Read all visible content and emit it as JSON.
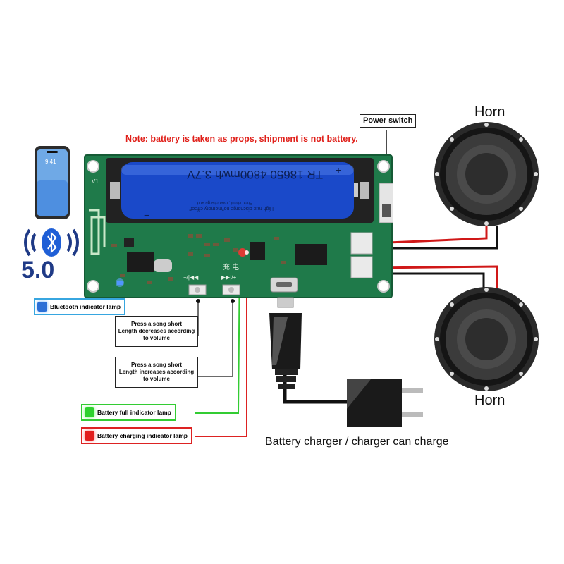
{
  "note": "Note: battery is taken as props, shipment is not battery.",
  "power_switch": "Power switch",
  "horn_top": "Horn",
  "horn_bottom": "Horn",
  "phone": {
    "time": "9:41"
  },
  "bluetooth_version": "5.0",
  "battery": {
    "label": "TR 18650 4800mwh 3.7V",
    "small_text": "High rate discharge no\"memory effect\"",
    "small_text_2": "Short circuit, over charge and",
    "minus": "−",
    "plus": "+"
  },
  "board": {
    "silk_v": "V1",
    "silk_prev": "−/|◀◀",
    "silk_next": "▶▶|/+",
    "silk_charge": "充 电"
  },
  "labels": {
    "bluetooth_lamp": "Bluetooth indicator lamp",
    "song_short_1": "Press a song short\nLength decreases according\nto volume",
    "song_short_2": "Press a song short\nLength increases according\nto volume",
    "battery_full": "Battery full indicator lamp",
    "battery_charging": "Battery charging indicator lamp",
    "charger": "Battery charger / charger can charge"
  },
  "colors": {
    "board_green": "#1f7a4a",
    "battery_blue": "#1a49c9",
    "wire_red": "#d01818",
    "wire_black": "#111111",
    "led_green": "#2fd12f",
    "led_red": "#e21e1e",
    "led_blue": "#2b6fd6"
  }
}
